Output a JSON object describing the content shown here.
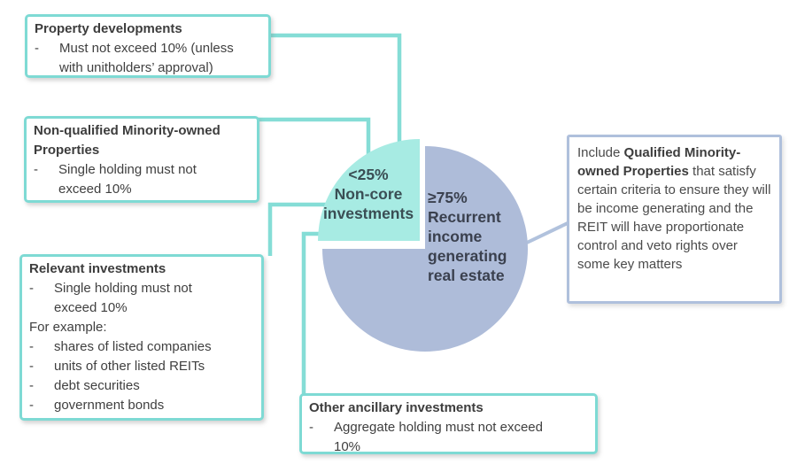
{
  "colors": {
    "teal_fill": "#a7ebe3",
    "teal_line": "#85ddd6",
    "blue_fill": "#aebcd9",
    "blue_line": "#b1c2dd",
    "box_text": "#3f3f3f",
    "wedge_text": "#3a4e54",
    "slice_text": "#3a404e"
  },
  "bullet_marker": "-",
  "chart_data": {
    "type": "pie",
    "slices": [
      {
        "label": "<25% Non-core investments",
        "value": 25,
        "color": "#a7ebe3"
      },
      {
        "label": "≥75% Recurrent income generating real estate",
        "value": 75,
        "color": "#aebcd9"
      }
    ],
    "legend": false,
    "title": ""
  },
  "pie": {
    "noncore": {
      "line1": "<25%",
      "line2": "Non-core",
      "line3": "investments"
    },
    "recurrent": {
      "line1": "≥75%",
      "line2": "Recurrent",
      "line3": "income",
      "line4": "generating",
      "line5": "real estate"
    }
  },
  "boxes": {
    "property": {
      "title": "Property developments",
      "item1": "Must not exceed 10% (unless with unitholders’ approval)"
    },
    "nonqualified": {
      "title": "Non-qualified Minority-owned Properties",
      "item1": "Single holding must not exceed 10%"
    },
    "relevant": {
      "title": "Relevant investments",
      "item1": "Single holding must not exceed 10%",
      "subheading": "For example:",
      "examples": [
        "shares of listed companies",
        "units of other listed REITs",
        "debt securities",
        "government bonds"
      ]
    },
    "ancillary": {
      "title": "Other ancillary investments",
      "item1": "Aggregate holding must not exceed 10%"
    },
    "qualified_note": {
      "prefix": "Include ",
      "bold": "Qualified Minority-owned Properties",
      "suffix": " that satisfy certain criteria to ensure they will be income generating and the REIT will have proportionate control and veto rights over some key matters"
    }
  }
}
